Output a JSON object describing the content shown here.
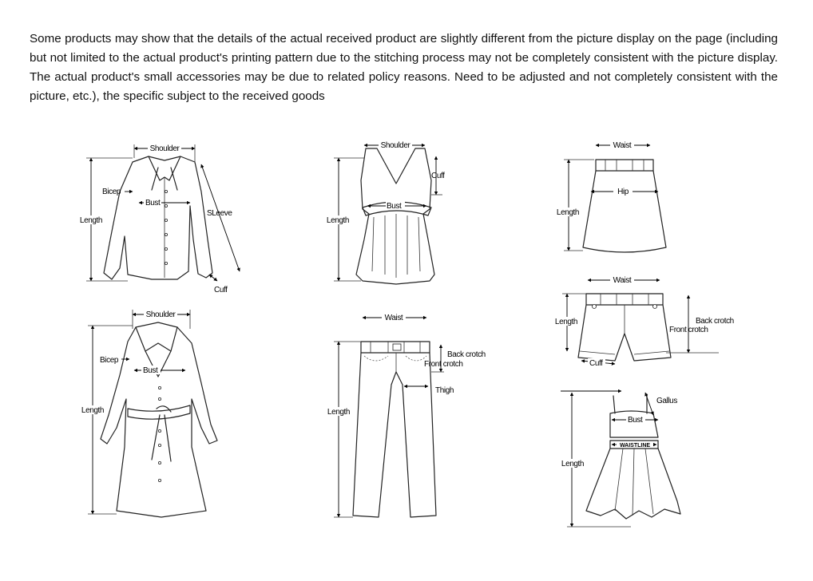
{
  "notice": "Some products may show that the details of the actual received product are slightly different from the picture display on the page (including but not limited to the actual product's printing pattern due to the stitching process may not be completely consistent with the picture display. The actual product's small accessories may be due to related policy reasons. Need to be adjusted and not completely consistent with the picture, etc.), the specific subject to the received goods",
  "garments": {
    "shirt": {
      "shoulder": "Shoulder",
      "bicep": "Bicep",
      "bust": "Bust",
      "length": "Length",
      "sleeve": "SLeeve",
      "cuff": "Cuff"
    },
    "tank": {
      "shoulder": "Shoulder",
      "cuff": "Cuff",
      "bust": "Bust",
      "length": "Length"
    },
    "skirt": {
      "waist": "Waist",
      "hip": "Hip",
      "length": "Length"
    },
    "coat": {
      "shoulder": "Shoulder",
      "bicep": "Bicep",
      "bust": "Bust",
      "length": "Length"
    },
    "pants": {
      "waist": "Waist",
      "back_crotch": "Back crotch",
      "front_crotch": "Front crotch",
      "thigh": "Thigh",
      "length": "Length"
    },
    "shorts": {
      "waist": "Waist",
      "length": "Length",
      "back_crotch": "Back crotch",
      "front_crotch": "Front crotch",
      "cuff": "Cuff"
    },
    "dress": {
      "gallus": "Gallus",
      "bust": "Bust",
      "waistline": "WAISTLINE",
      "length": "Length"
    }
  }
}
